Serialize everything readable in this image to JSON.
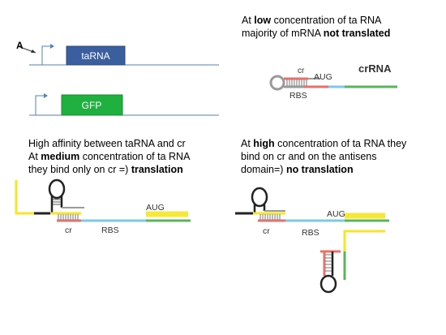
{
  "top_left": {
    "promoter_label": "A",
    "gene_top": "taRNA",
    "gene_bottom": "GFP",
    "colors": {
      "tarna_box": "#3b5f9e",
      "gfp_box": "#20b040",
      "line": "#4f81bd"
    }
  },
  "top_right": {
    "caption_line1_pre": "At ",
    "caption_line1_bold": "low",
    "caption_line1_post": " concentration of ta RNA",
    "caption_line2_pre": "majority of mRNA ",
    "caption_line2_bold": "not translated",
    "label_cr": "cr",
    "label_aug": "AUG",
    "label_rbs": "RBS",
    "label_crrna": "crRNA"
  },
  "bottom_left": {
    "line1": "High affinity between taRNA and cr",
    "line2_pre": "At ",
    "line2_bold": "medium",
    "line2_post": " concentration of ta RNA",
    "line3_pre": "they bind only on cr =) ",
    "line3_bold": "translation",
    "label_aug": "AUG",
    "label_cr": "cr",
    "label_rbs": "RBS"
  },
  "bottom_right": {
    "line1_pre": "At ",
    "line1_bold": "high",
    "line1_post": " concentration of ta RNA they",
    "line2": "bind on cr and on the antisens",
    "line3_pre": "domain=) ",
    "line3_bold": "no translation",
    "label_aug": "AUG",
    "label_cr": "cr",
    "label_rbs": "RBS"
  },
  "colors": {
    "tarna_strand": "#f5e626",
    "cr_region": "#e8706a",
    "rbs_region": "#7ec8e8",
    "coding": "#5ab45a",
    "loop": "#222222",
    "loop_gray": "#9a9a9a"
  }
}
